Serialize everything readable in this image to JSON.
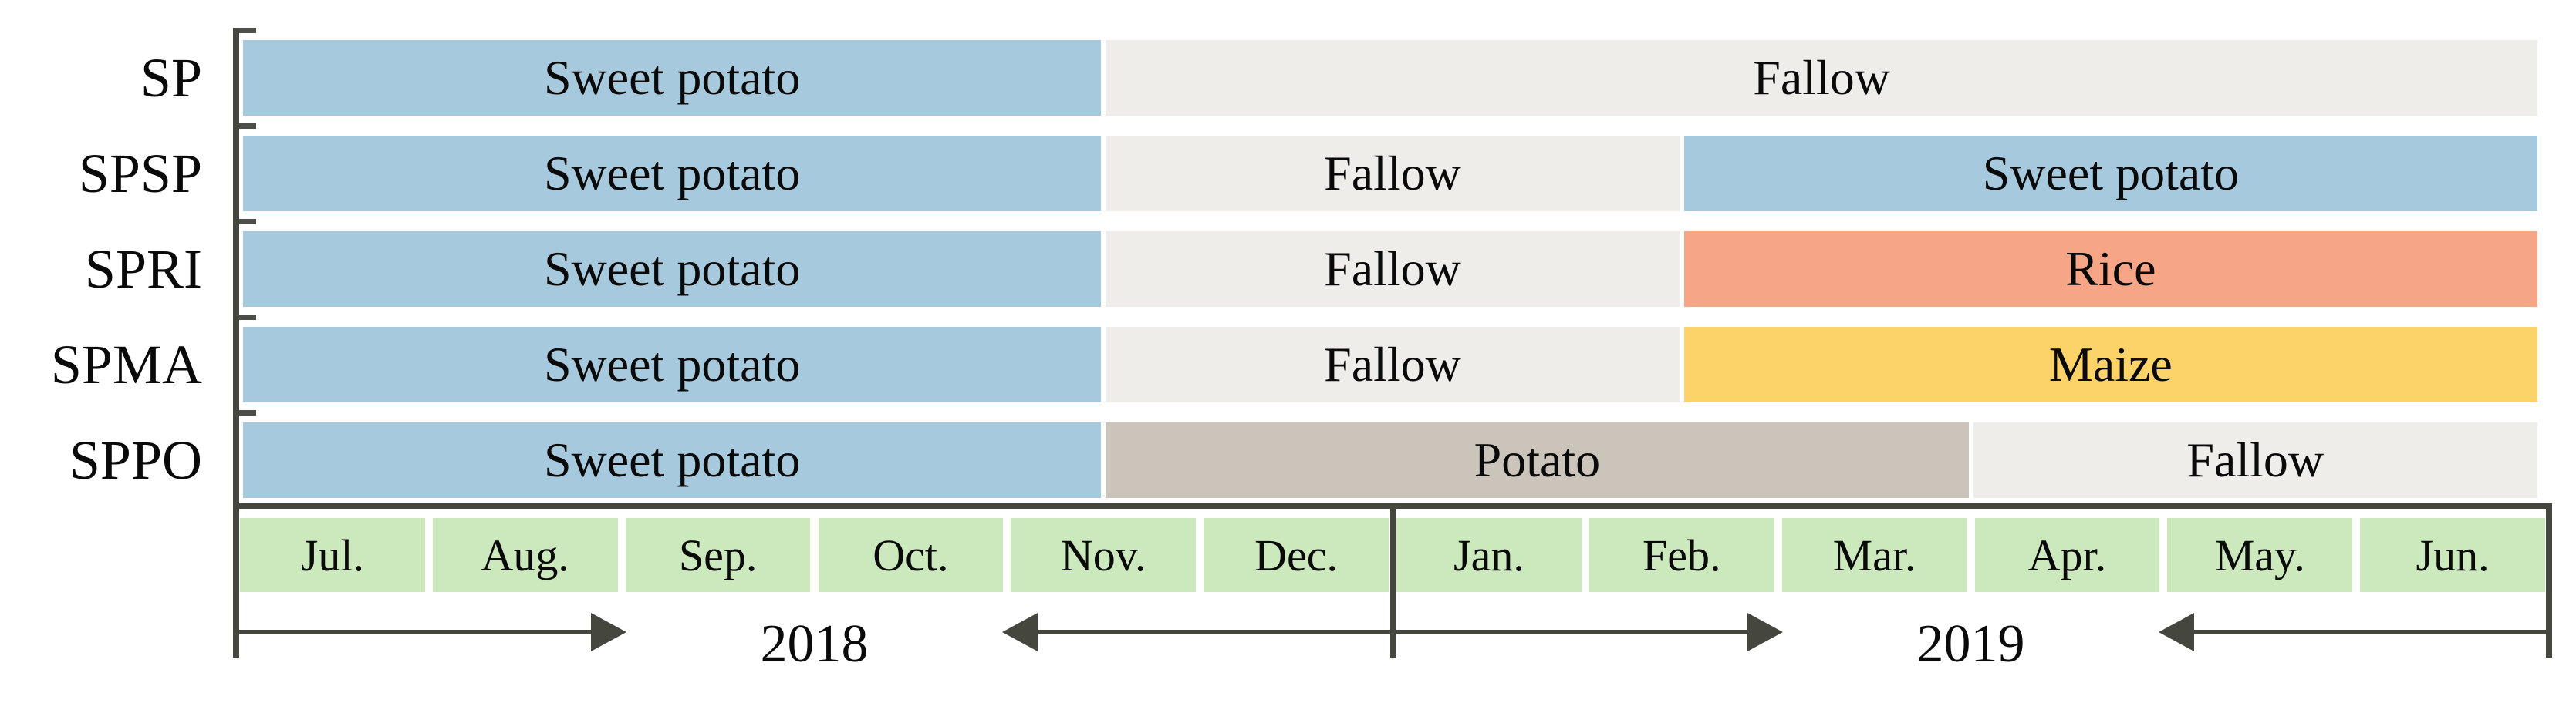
{
  "colors": {
    "sweet_potato": "#a7c9dd",
    "fallow": "#eeede9",
    "rice": "#f6a687",
    "maize": "#fcd368",
    "potato": "#cbc4bb",
    "month_band": "#cce8bd",
    "line_dark": "#45473f",
    "tick_gray": "#4c4e48",
    "text": "#0a0a0a"
  },
  "chart_data": {
    "type": "bar",
    "subtype": "horizontal-gantt-crop-rotation",
    "xlim": [
      0,
      12
    ],
    "x_unit": "months (July 2018 - June 2019)",
    "grid": "off",
    "legend": "none",
    "months": [
      "Jul.",
      "Aug.",
      "Sep.",
      "Oct.",
      "Nov.",
      "Dec.",
      "Jan.",
      "Feb.",
      "Mar.",
      "Apr.",
      "May.",
      "Jun."
    ],
    "years": [
      {
        "label": "2018",
        "start_month": 0,
        "end_month": 6
      },
      {
        "label": "2019",
        "start_month": 6,
        "end_month": 12
      }
    ],
    "categories": [
      "SP",
      "SPSP",
      "SPRI",
      "SPMA",
      "SPPO"
    ],
    "rows": [
      {
        "name": "SP",
        "segments": [
          {
            "label": "Sweet potato",
            "crop": "sweet_potato",
            "start": 0,
            "end": 4.5
          },
          {
            "label": "Fallow",
            "crop": "fallow",
            "start": 4.5,
            "end": 12
          }
        ]
      },
      {
        "name": "SPSP",
        "segments": [
          {
            "label": "Sweet potato",
            "crop": "sweet_potato",
            "start": 0,
            "end": 4.5
          },
          {
            "label": "Fallow",
            "crop": "fallow",
            "start": 4.5,
            "end": 7.5
          },
          {
            "label": "Sweet potato",
            "crop": "sweet_potato",
            "start": 7.5,
            "end": 12
          }
        ]
      },
      {
        "name": "SPRI",
        "segments": [
          {
            "label": "Sweet potato",
            "crop": "sweet_potato",
            "start": 0,
            "end": 4.5
          },
          {
            "label": "Fallow",
            "crop": "fallow",
            "start": 4.5,
            "end": 7.5
          },
          {
            "label": "Rice",
            "crop": "rice",
            "start": 7.5,
            "end": 12
          }
        ]
      },
      {
        "name": "SPMA",
        "segments": [
          {
            "label": "Sweet potato",
            "crop": "sweet_potato",
            "start": 0,
            "end": 4.5
          },
          {
            "label": "Fallow",
            "crop": "fallow",
            "start": 4.5,
            "end": 7.5
          },
          {
            "label": "Maize",
            "crop": "maize",
            "start": 7.5,
            "end": 12
          }
        ]
      },
      {
        "name": "SPPO",
        "segments": [
          {
            "label": "Sweet potato",
            "crop": "sweet_potato",
            "start": 0,
            "end": 4.5
          },
          {
            "label": "Potato",
            "crop": "potato",
            "start": 4.5,
            "end": 9
          },
          {
            "label": "Fallow",
            "crop": "fallow",
            "start": 9,
            "end": 12
          }
        ]
      }
    ]
  }
}
